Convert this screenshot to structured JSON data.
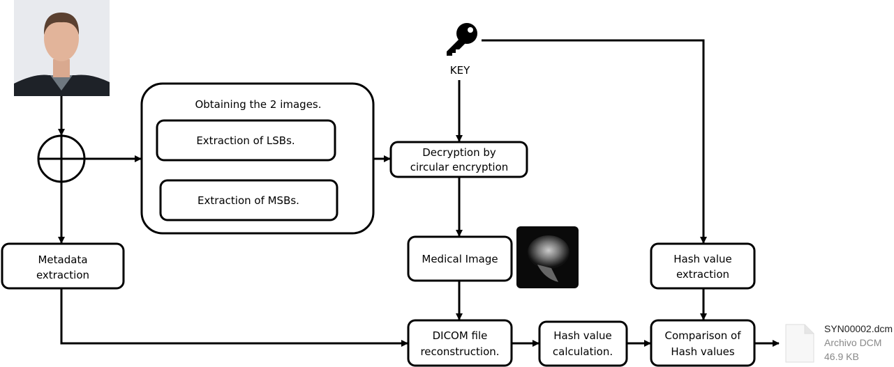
{
  "diagram": {
    "big_box_title": "Obtaining the 2 images.",
    "lsb": "Extraction of LSBs.",
    "msb": "Extraction of MSBs.",
    "key": "KEY",
    "decryption": [
      "Decryption by",
      "circular encryption"
    ],
    "medical_image": "Medical Image",
    "metadata": [
      "Metadata",
      "extraction"
    ],
    "dicom": [
      "DICOM file",
      "reconstruction."
    ],
    "hash_calc": [
      "Hash value",
      "calculation."
    ],
    "hash_extract": [
      "Hash value",
      "extraction"
    ],
    "comparison": [
      "Comparison of",
      "Hash values"
    ]
  },
  "file": {
    "name": "SYN00002.dcm",
    "type": "Archivo DCM",
    "size": "46.9 KB"
  },
  "icons": [
    "portrait-photo",
    "xor-icon",
    "key-icon",
    "brain-mri-image",
    "file-icon"
  ]
}
